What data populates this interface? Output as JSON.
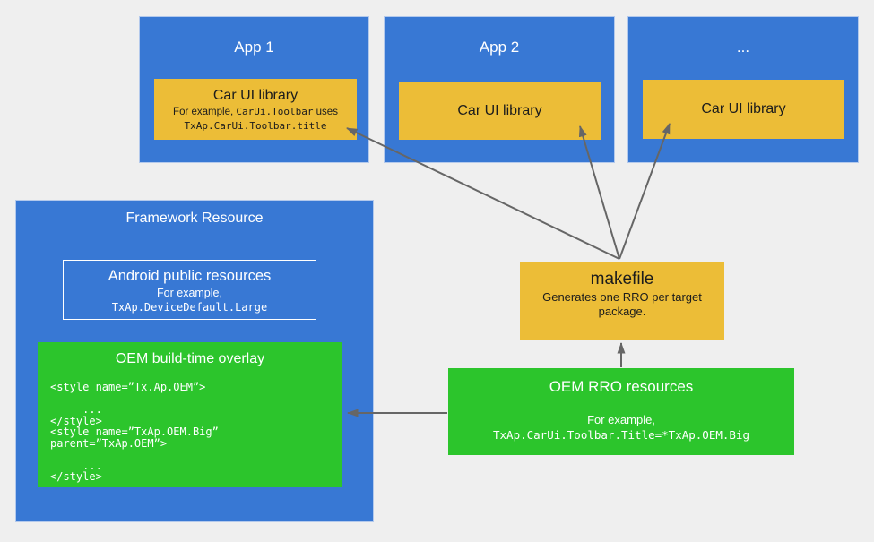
{
  "colors": {
    "blue": "#3878d4",
    "yellow": "#ecbd37",
    "green": "#2cc52c",
    "arrow": "#666666",
    "background": "#efefef"
  },
  "apps": [
    {
      "title": "App 1",
      "library": {
        "title": "Car UI library",
        "example_prefix": "For example, ",
        "example_inline_code": "CarUi.Toolbar",
        "example_suffix": " uses",
        "example_code": "TxAp.CarUi.Toolbar.title"
      }
    },
    {
      "title": "App 2",
      "library": {
        "title": "Car UI library"
      }
    },
    {
      "title": "...",
      "library": {
        "title": "Car UI library"
      }
    }
  ],
  "framework": {
    "title": "Framework Resource",
    "android_public_resources": {
      "title": "Android public resources",
      "example_label": "For example,",
      "example_code": "TxAp.DeviceDefault.Large"
    },
    "oem_overlay": {
      "title": "OEM build-time overlay",
      "code": "<style name=”Tx.Ap.OEM”>\n\n     ...\n</style>\n<style name=”TxAp.OEM.Big”\nparent=”TxAp.OEM”>\n\n     ...\n</style>"
    }
  },
  "makefile": {
    "title": "makefile",
    "subtitle": "Generates one RRO per target package."
  },
  "oem_rro": {
    "title": "OEM RRO resources",
    "example_label": "For example,",
    "example_code": "TxAp.CarUi.Toolbar.Title=*TxAp.OEM.Big"
  }
}
